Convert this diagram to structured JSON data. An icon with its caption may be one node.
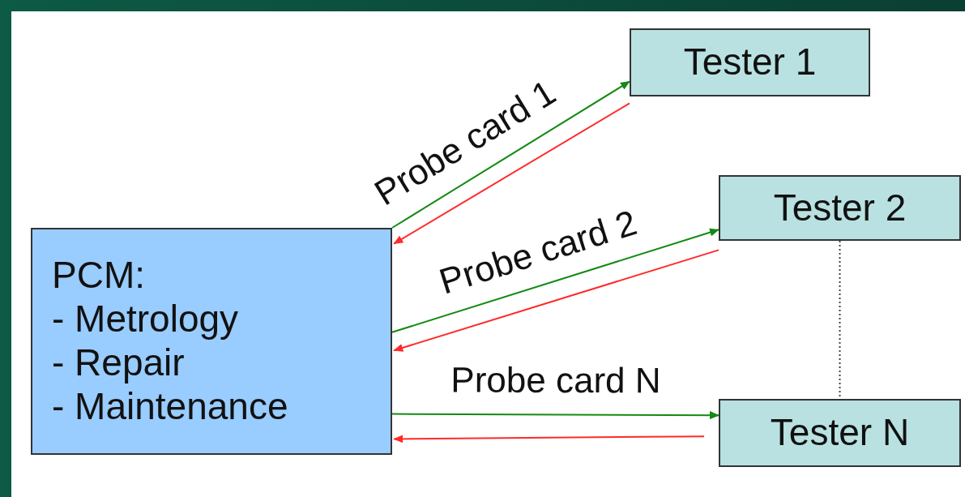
{
  "diagram": {
    "nodes": [
      {
        "text": [
          "PCM:",
          "- Metrology",
          "- Repair",
          "- Maintenance"
        ]
      },
      {
        "text": [
          "Tester 1"
        ]
      },
      {
        "text": [
          "Tester 2"
        ]
      },
      {
        "text": [
          "Tester N"
        ]
      }
    ],
    "edges": [
      {
        "from": 0,
        "to": 1,
        "arrow": "to",
        "label": "Probe card 1",
        "color": "#138a13"
      },
      {
        "from": 1,
        "to": 0,
        "arrow": "to",
        "color": "#ff2a2a"
      },
      {
        "from": 0,
        "to": 2,
        "arrow": "to",
        "label": "Probe card 2",
        "color": "#138a13"
      },
      {
        "from": 2,
        "to": 0,
        "arrow": "to",
        "color": "#ff2a2a"
      },
      {
        "from": 0,
        "to": 3,
        "arrow": "to",
        "label": "Probe card N",
        "color": "#138a13"
      },
      {
        "from": 3,
        "to": 0,
        "arrow": "to",
        "color": "#ff2a2a"
      },
      {
        "from": 2,
        "to": 3,
        "arrow": "none",
        "style": "dashed",
        "color": "#444444"
      }
    ]
  }
}
